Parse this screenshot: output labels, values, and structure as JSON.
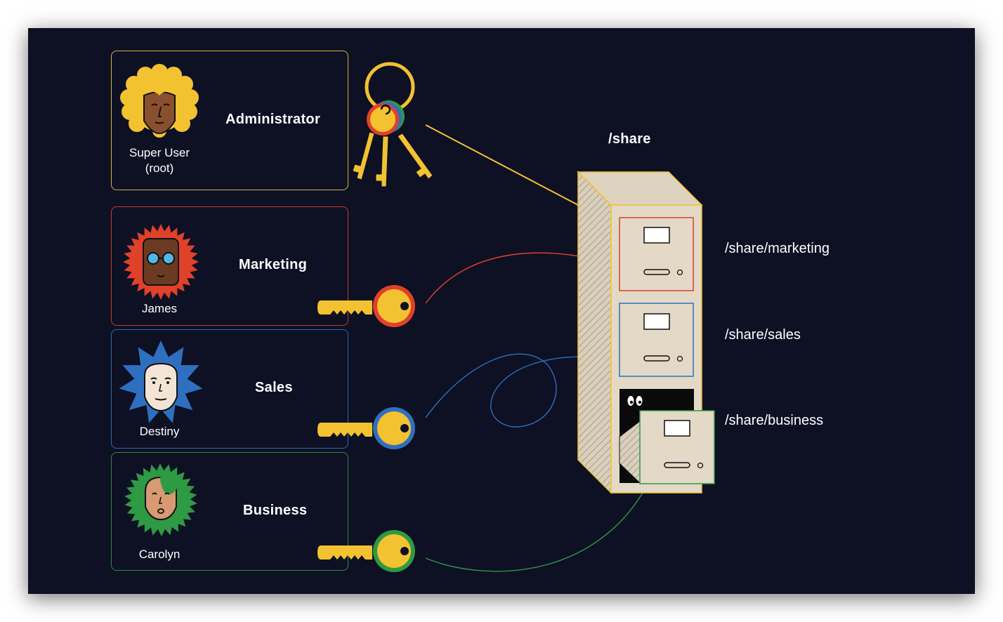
{
  "roles": {
    "admin": {
      "title": "Administrator",
      "user_line1": "Super User",
      "user_line2": "(root)",
      "color": "#f2c230"
    },
    "marketing": {
      "title": "Marketing",
      "user": "James",
      "color": "#e0412a"
    },
    "sales": {
      "title": "Sales",
      "user": "Destiny",
      "color": "#2f6fc0"
    },
    "business": {
      "title": "Business",
      "user": "Carolyn",
      "color": "#2e9a44"
    }
  },
  "folders": {
    "root": "/share",
    "marketing": "/share/marketing",
    "sales": "/share/sales",
    "business": "/share/business"
  },
  "colors": {
    "background": "#0e1024",
    "key_gold": "#f2c230",
    "cabinet": "#e3d9c6"
  }
}
